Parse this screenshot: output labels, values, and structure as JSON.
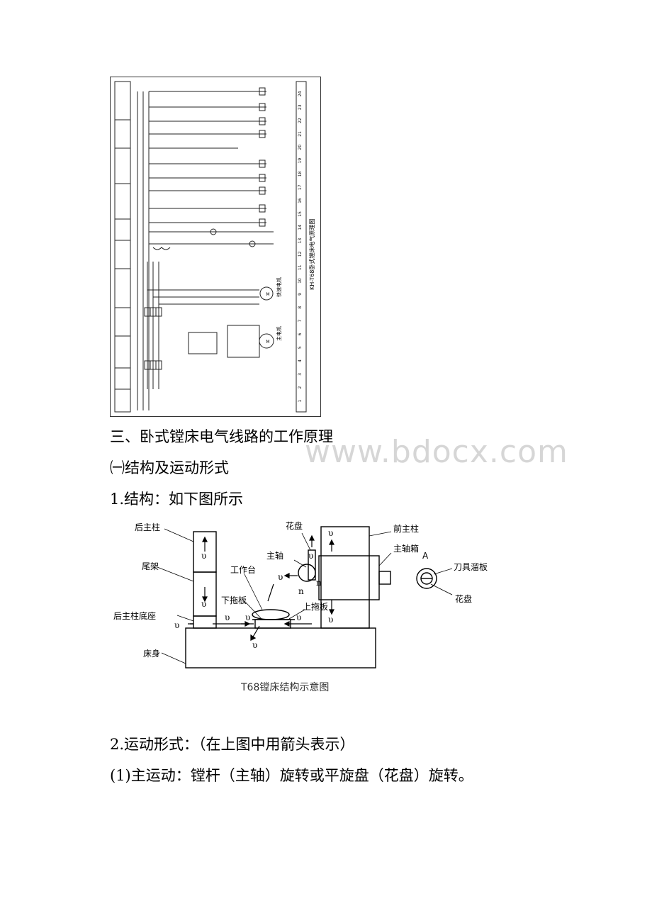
{
  "schematic": {
    "title": "KH-T68卧式镗床电气原理图",
    "motor_main": "主电机",
    "motor_fast": "快速电机",
    "column_numbers": [
      "1",
      "2",
      "3",
      "4",
      "5",
      "6",
      "7",
      "8",
      "9",
      "10",
      "11",
      "12",
      "13",
      "14",
      "15",
      "16",
      "17",
      "18",
      "19",
      "20",
      "21",
      "22",
      "23",
      "24"
    ]
  },
  "watermark": "www.bdocx.com",
  "heading": "三、卧式镗床电气线路的工作原理",
  "subheading": "㈠结构及运动形式",
  "section1": "1.结构：如下图所示",
  "structure_diagram": {
    "labels": {
      "rear_column": "后主柱",
      "tail_frame": "尾架",
      "rear_base": "后主柱底座",
      "bed": "床身",
      "work_table": "工作台",
      "lower_slide": "下拖板",
      "upper_slide": "上拖板",
      "spindle": "主轴",
      "faceplate": "花盘",
      "front_column": "前主柱",
      "spindle_box": "主轴箱",
      "tool_slide": "刀具溜板",
      "faceplate_side": "花盘",
      "view_a": "A"
    },
    "motion_symbol": "υ",
    "rotation_symbol": "n",
    "caption": "T68镗床结构示意图"
  },
  "section2": "2.运动形式：（在上图中用箭头表示）",
  "motion1": "(1)主运动：镗杆（主轴）旋转或平旋盘（花盘）旋转。"
}
